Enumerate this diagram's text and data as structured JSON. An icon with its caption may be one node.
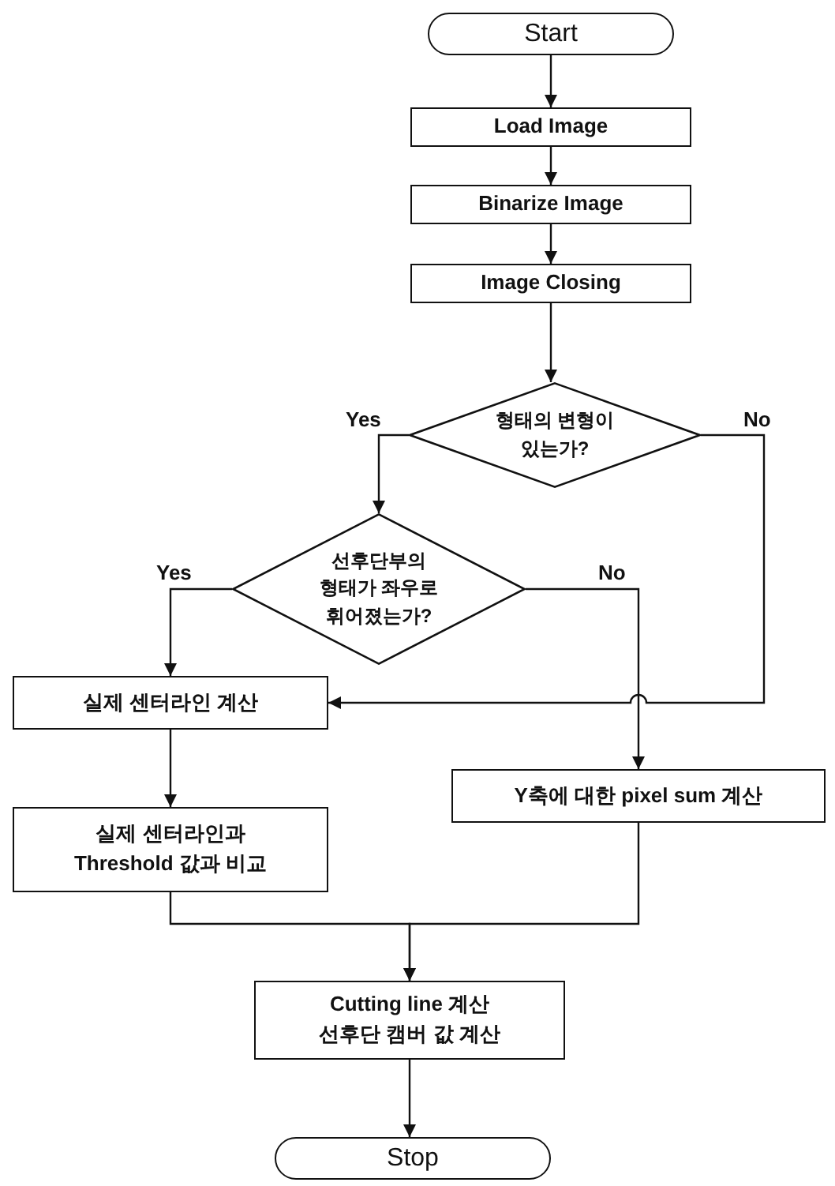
{
  "diagram": {
    "nodes": [
      {
        "text": [
          "Start"
        ]
      },
      {
        "text": [
          "Load Image"
        ]
      },
      {
        "text": [
          "Binarize Image"
        ]
      },
      {
        "text": [
          "Image Closing"
        ]
      },
      {
        "text": [
          "형태의 변형이 있는가?"
        ]
      },
      {
        "text": [
          "선후단부의 형태가 좌우로 휘어졌는가?"
        ]
      },
      {
        "text": [
          "실제 센터라인 계산"
        ]
      },
      {
        "text": [
          "Y축에 대한 pixel sum 계산"
        ]
      },
      {
        "text": [
          "실제 센터라인과 Threshold 값과 비교"
        ]
      },
      {
        "text": [
          "Cutting line 계산 선후단 캠버 값 계산"
        ]
      },
      {
        "text": [
          "Stop"
        ]
      }
    ],
    "edges": [
      {
        "from": 0,
        "to": 1,
        "arrow": "to"
      },
      {
        "from": 1,
        "to": 2,
        "arrow": "to"
      },
      {
        "from": 2,
        "to": 3,
        "arrow": "to"
      },
      {
        "from": 3,
        "to": 4,
        "arrow": "to"
      },
      {
        "from": 4,
        "to": 5,
        "arrow": "to",
        "label": "Yes"
      },
      {
        "from": 4,
        "to": 6,
        "arrow": "to",
        "label": "No"
      },
      {
        "from": 5,
        "to": 6,
        "arrow": "to",
        "label": "Yes"
      },
      {
        "from": 5,
        "to": 7,
        "arrow": "to",
        "label": "No"
      },
      {
        "from": 6,
        "to": 8,
        "arrow": "to"
      },
      {
        "from": 8,
        "to": 9,
        "arrow": "to"
      },
      {
        "from": 7,
        "to": 9,
        "arrow": "to"
      },
      {
        "from": 9,
        "to": 10,
        "arrow": "to"
      }
    ]
  }
}
